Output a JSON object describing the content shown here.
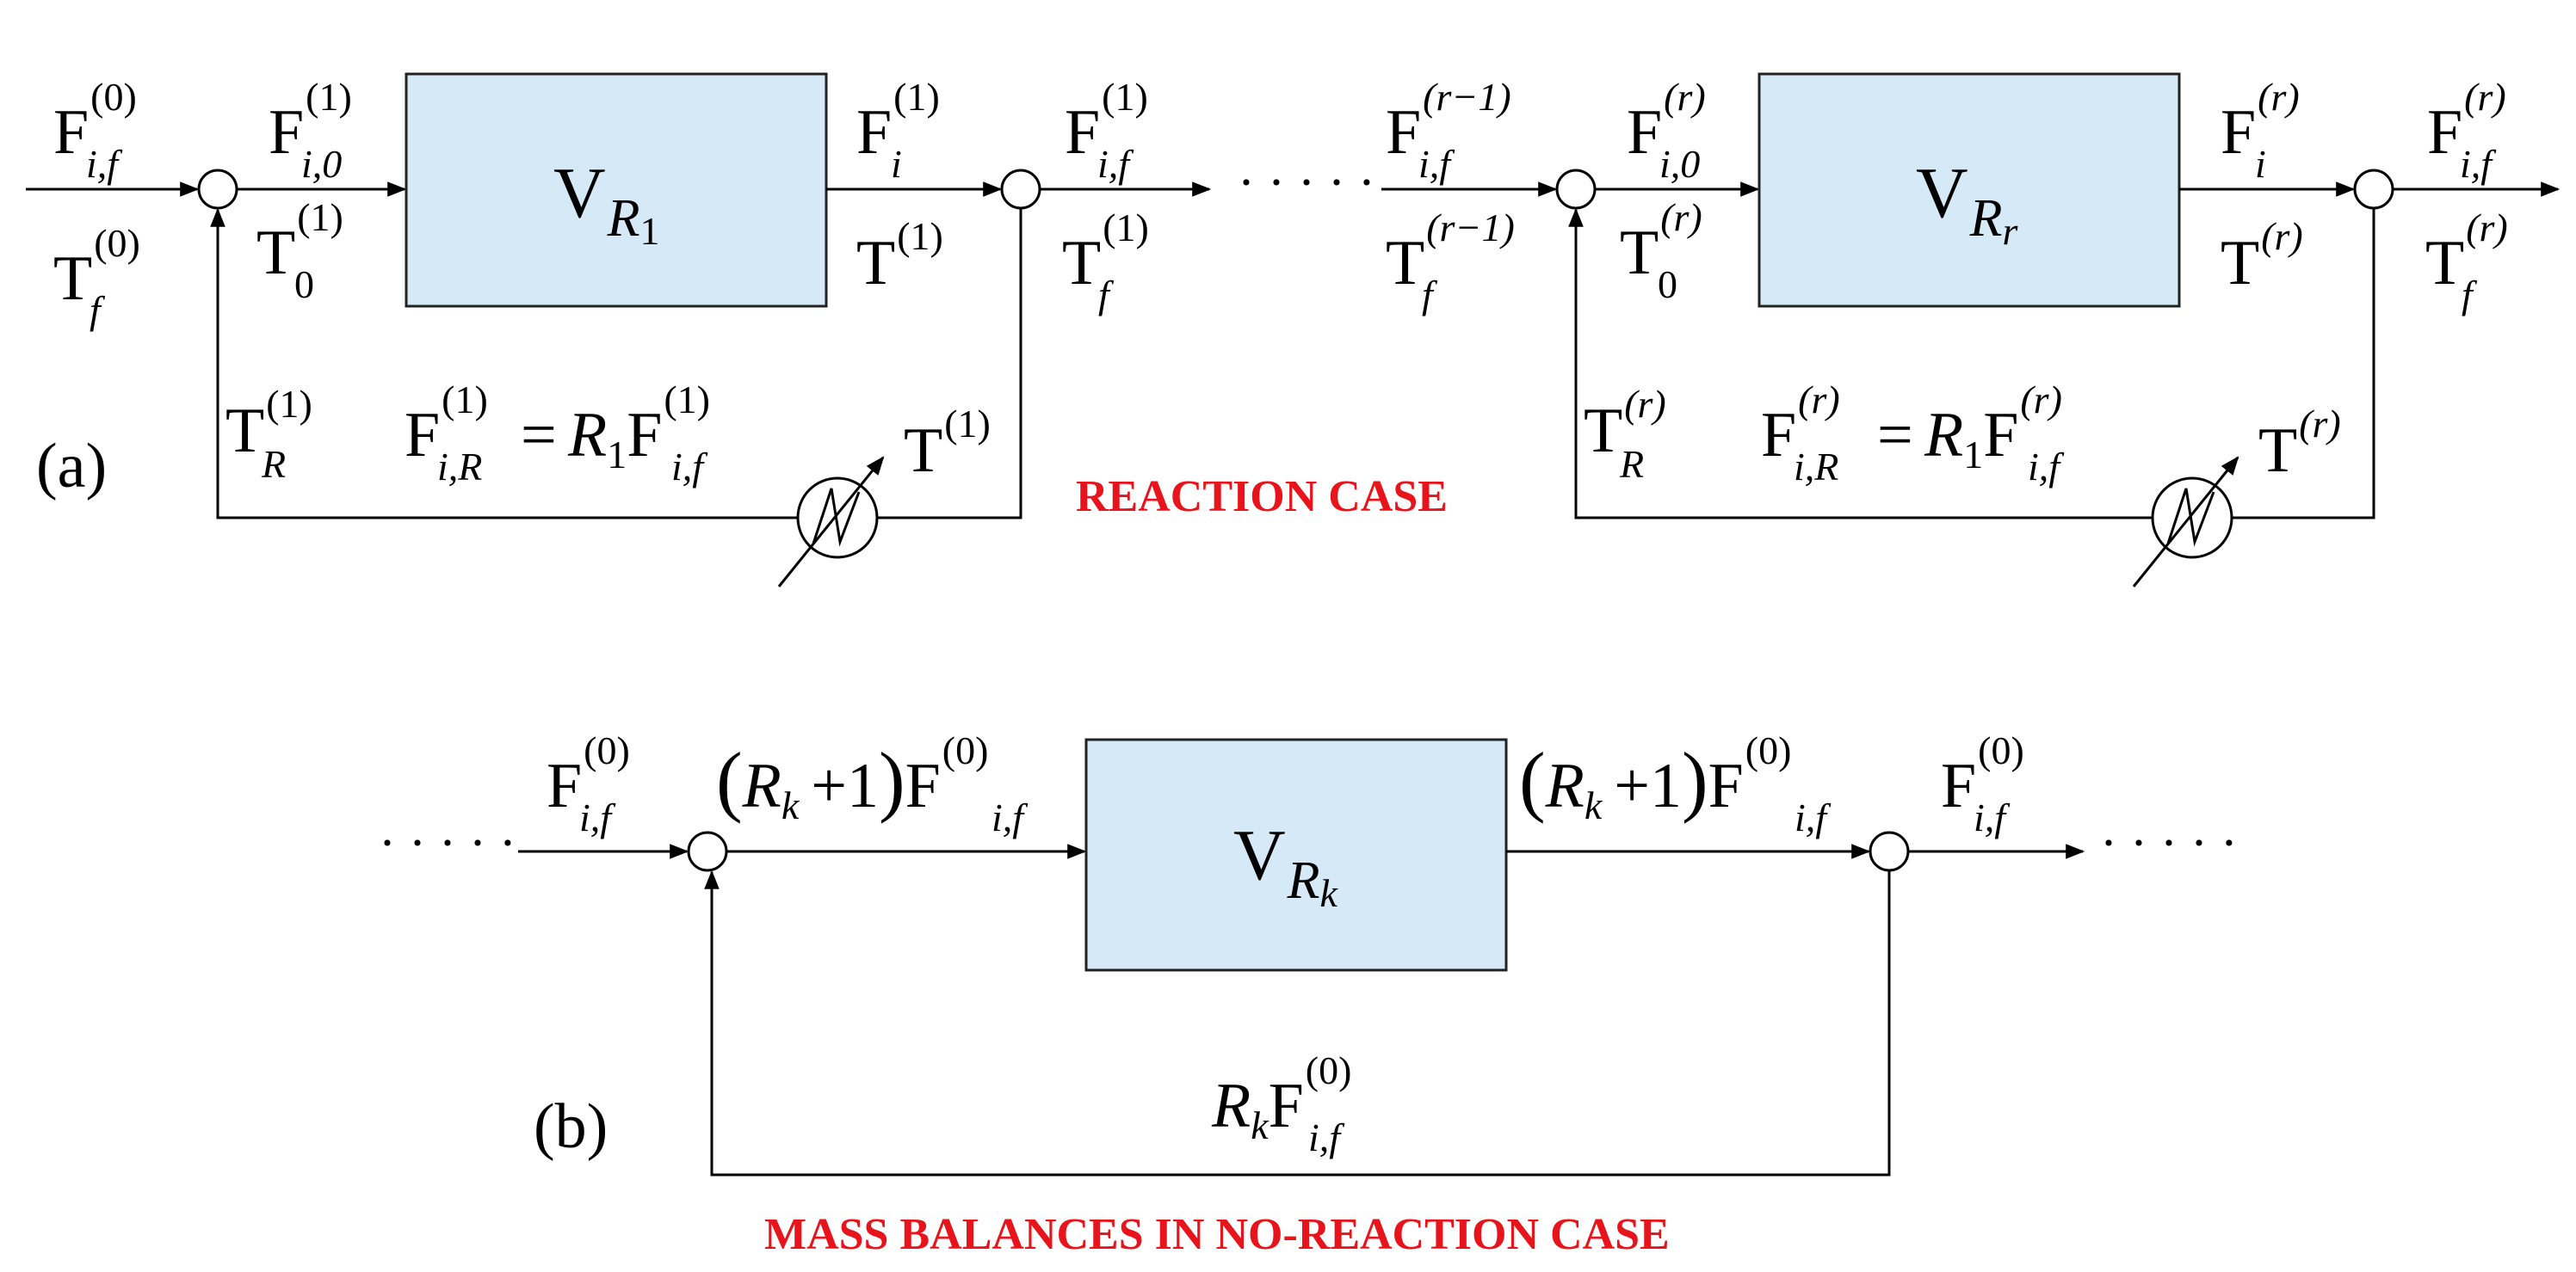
{
  "colors": {
    "reactor_fill": "#d6e9f7",
    "caption": "#e8141b",
    "line": "#000000"
  },
  "part_a": {
    "tag": "(a)",
    "caption": "REACTION CASE",
    "reactor1": {
      "V": "V",
      "sub": "R",
      "subsub": "1"
    },
    "reactorr": {
      "V": "V",
      "sub": "R",
      "subsub": "r"
    },
    "ellipsis": "· · · · ·",
    "eq_sign": "=",
    "R_coef": "R",
    "R_coef_sub": "1",
    "F": "F",
    "T": "T",
    "sup0": "(0)",
    "sup1": "(1)",
    "supr": "(r)",
    "suprm1": "(r−1)",
    "sub_if": "i,f",
    "sub_i0": "i,0",
    "sub_i": "i",
    "sub_f": "f",
    "sub_0": "0",
    "sub_R": "R",
    "sub_iR": "i,R"
  },
  "part_b": {
    "tag": "(b)",
    "caption": "MASS BALANCES IN NO-REACTION CASE",
    "reactor": {
      "V": "V",
      "sub": "R",
      "subsub": "k"
    },
    "ellipsis": "· · · · ·",
    "paren_open": "(",
    "Rk": "R",
    "Rk_sub": "k",
    "plus_one": "+1",
    "paren_close": ")",
    "F": "F",
    "sup0": "(0)",
    "sub_if": "i,f"
  }
}
